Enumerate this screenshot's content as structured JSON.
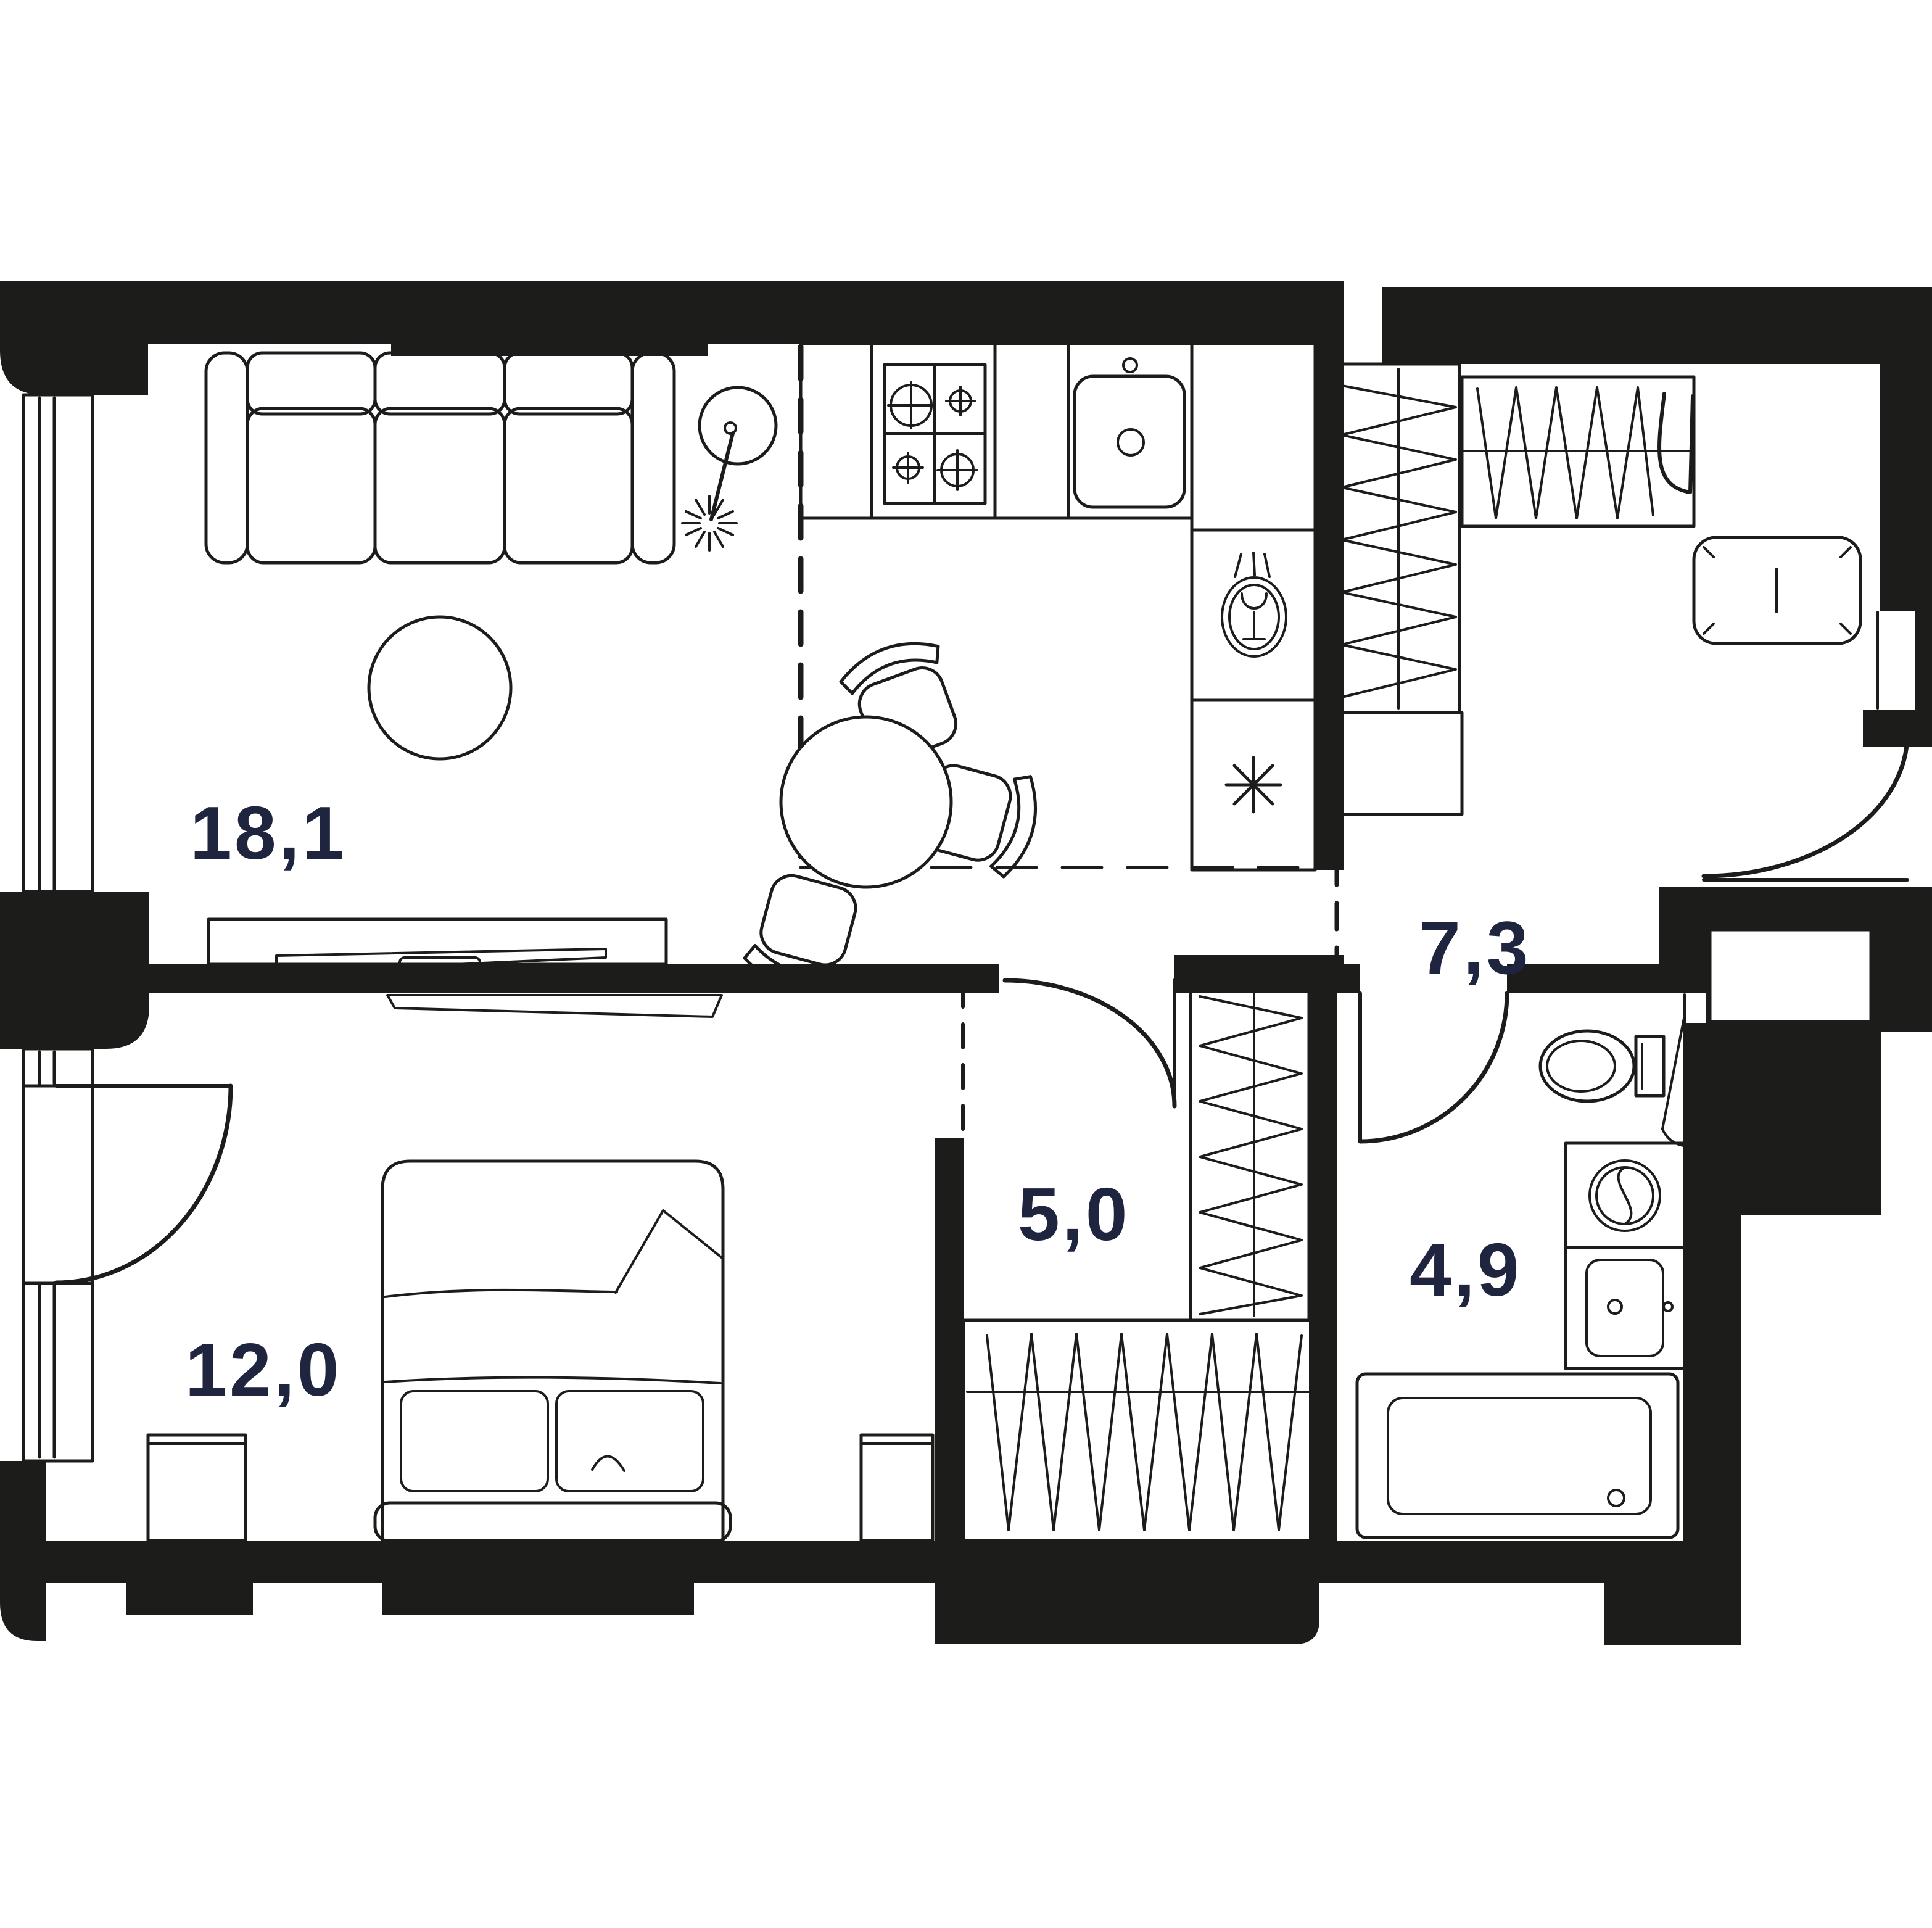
{
  "plan": {
    "type": "apartment-floor-plan",
    "colors": {
      "wall": "#1c1c1a",
      "line": "#1c1c1a",
      "label": "#20253f",
      "background": "#ffffff"
    },
    "rooms": [
      {
        "id": "living-kitchen",
        "area_label": "18,1"
      },
      {
        "id": "hallway",
        "area_label": "7,3"
      },
      {
        "id": "bedroom",
        "area_label": "12,0"
      },
      {
        "id": "corridor",
        "area_label": "5,0"
      },
      {
        "id": "bathroom",
        "area_label": "4,9"
      }
    ],
    "furniture": {
      "living_kitchen": [
        "sofa",
        "coffee-table",
        "floor-lamp",
        "tv-console",
        "tv",
        "dining-table",
        "chairs",
        "stove",
        "kitchen-sink",
        "dishwasher",
        "fridge-freezer"
      ],
      "hallway": [
        "wardrobe-left",
        "wardrobe-top",
        "bench",
        "entrance-door"
      ],
      "bedroom": [
        "double-bed",
        "pillows",
        "nightstand-left",
        "nightstand-right",
        "wall-tv",
        "balcony-door",
        "window"
      ],
      "corridor": [
        "wardrobe-vertical",
        "wardrobe-bottom",
        "interior-door"
      ],
      "bathroom": [
        "toilet",
        "washing-machine",
        "sink",
        "bathtub",
        "plumbing-shaft",
        "interior-door"
      ]
    }
  }
}
